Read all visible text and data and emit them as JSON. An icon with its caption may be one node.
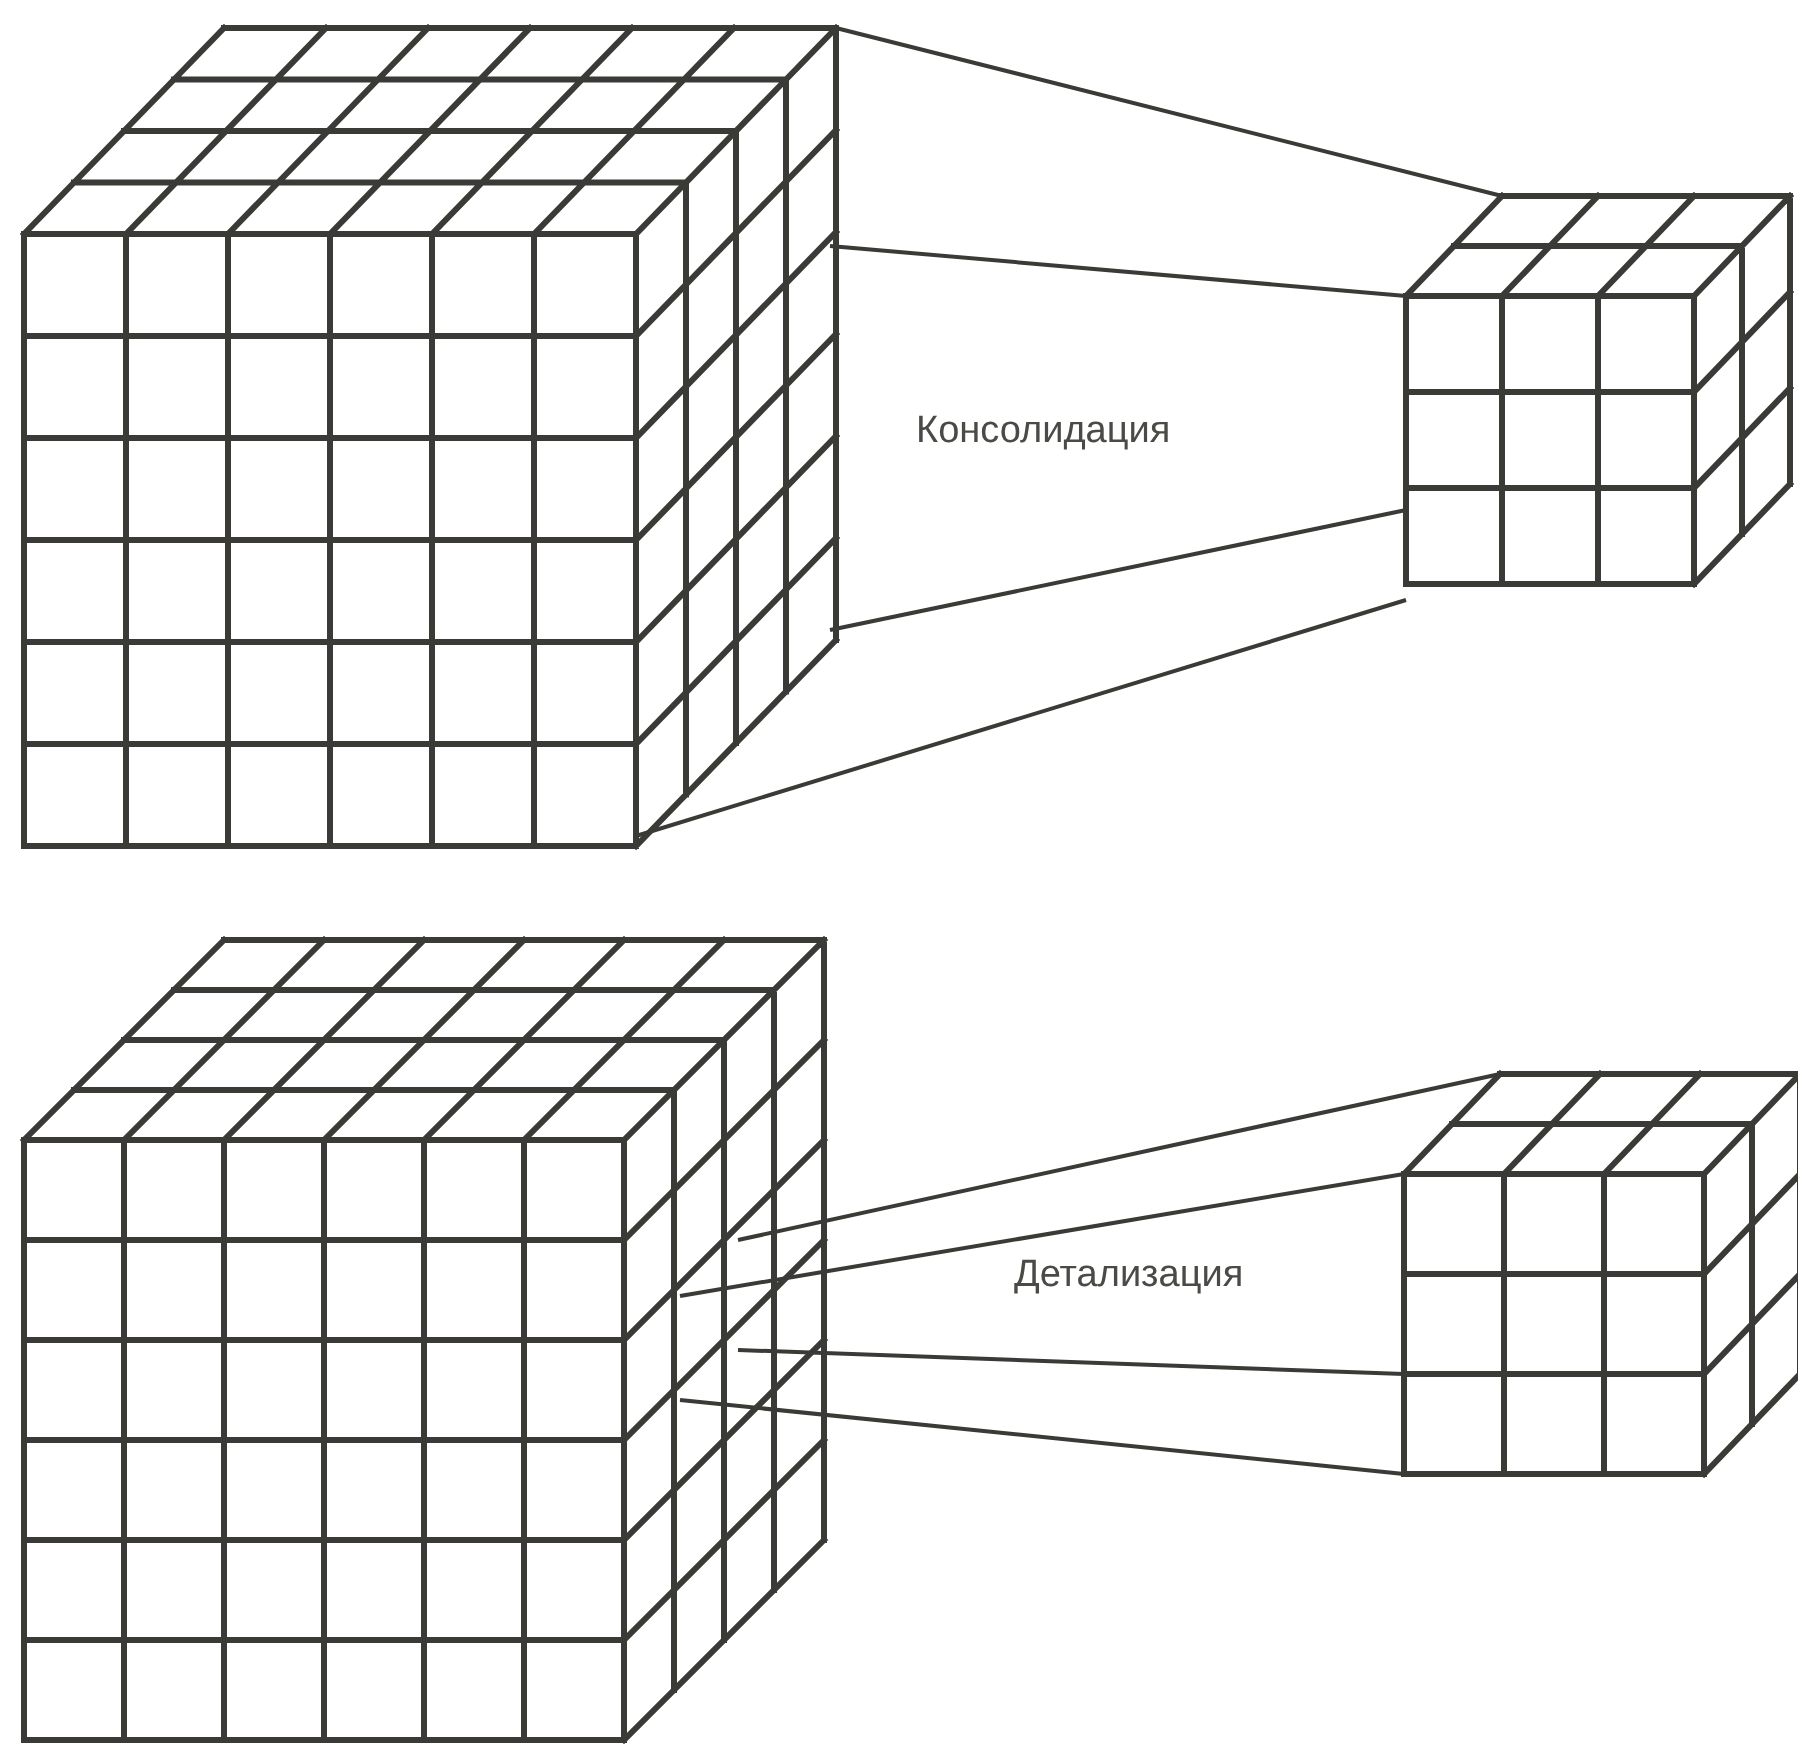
{
  "diagram": {
    "nodes": [
      {
        "text": [],
        "shape": "cube"
      },
      {
        "text": [],
        "shape": "cube"
      },
      {
        "text": [],
        "shape": "cube"
      },
      {
        "text": [],
        "shape": "cube"
      }
    ],
    "edges": [
      {
        "from": 0,
        "to": 1,
        "arrow": "none"
      },
      {
        "from": 0,
        "to": 1,
        "arrow": "none"
      },
      {
        "from": 0,
        "to": 1,
        "arrow": "none"
      },
      {
        "from": 0,
        "to": 1,
        "arrow": "none"
      },
      {
        "from": 2,
        "to": 3,
        "arrow": "none"
      },
      {
        "from": 2,
        "to": 3,
        "arrow": "none"
      },
      {
        "from": 2,
        "to": 3,
        "arrow": "none"
      },
      {
        "from": 2,
        "to": 3,
        "arrow": "none"
      }
    ],
    "labels": [
      "Консолидация",
      "Детализация"
    ]
  }
}
